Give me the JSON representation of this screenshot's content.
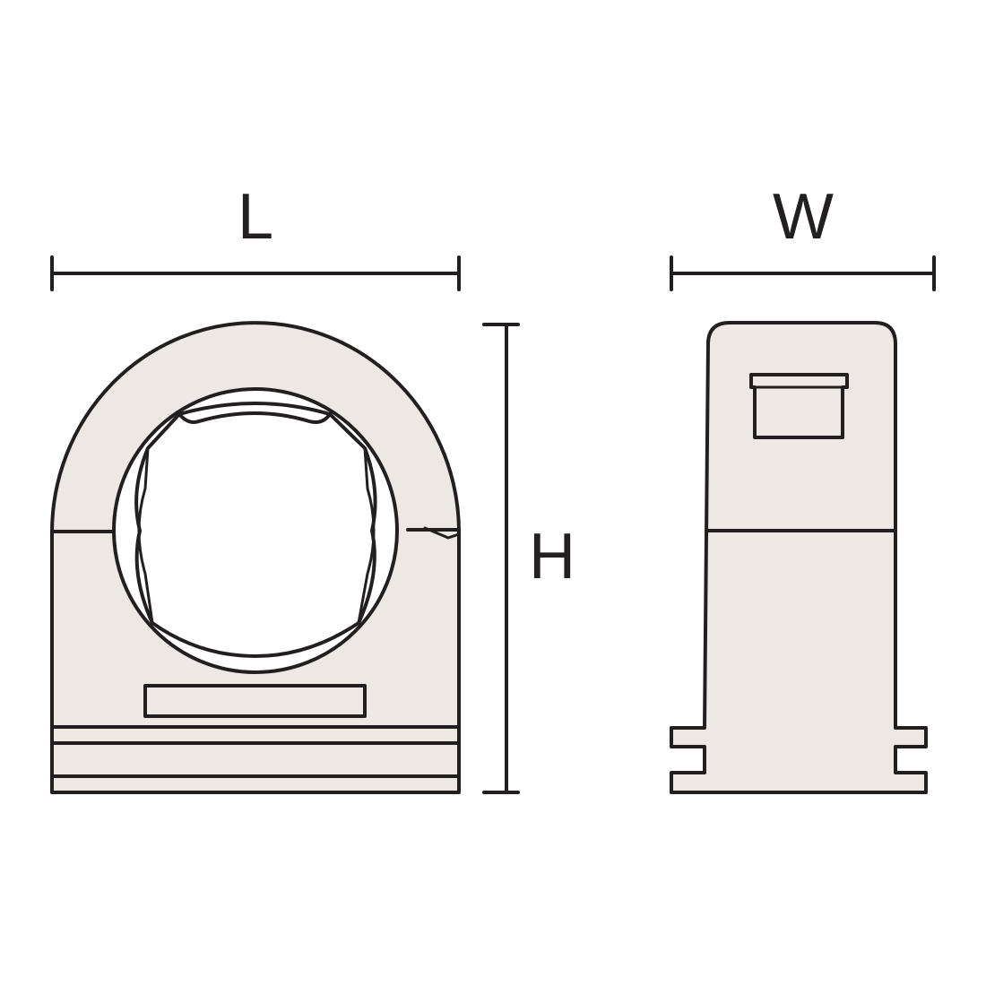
{
  "labels": {
    "length": "L",
    "width": "W",
    "height": "H"
  },
  "colors": {
    "line": "#231f20",
    "fill": "#ede8e4",
    "background": "#ffffff"
  }
}
